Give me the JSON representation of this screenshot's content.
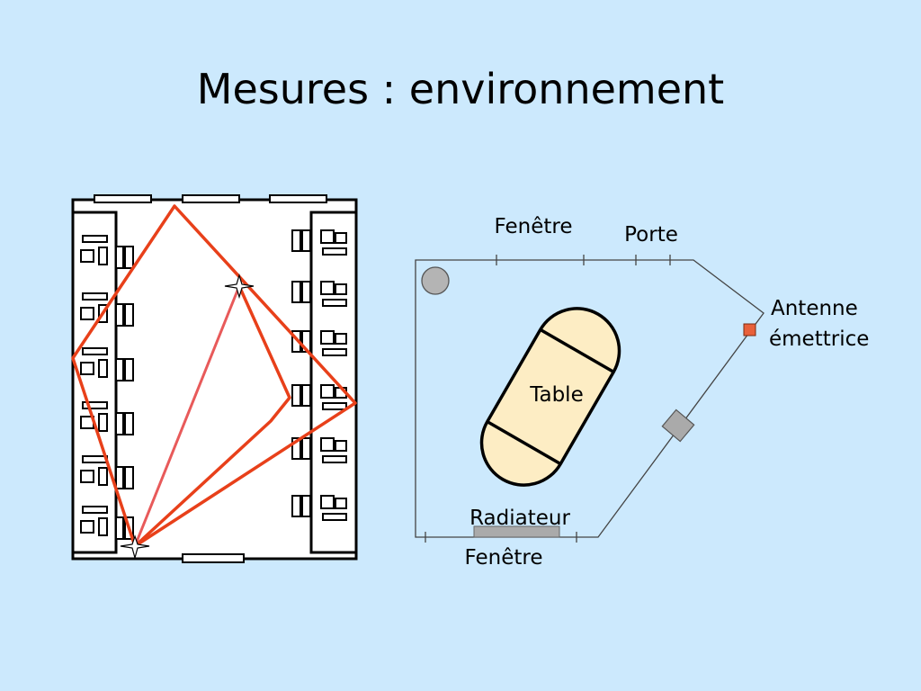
{
  "slide": {
    "title": "Mesures : environnement"
  },
  "room_plan": {
    "labels": {
      "window_top": "Fenêtre",
      "door": "Porte",
      "antenna_line1": "Antenne",
      "antenna_line2": "émettrice",
      "table": "Table",
      "radiator": "Radiateur",
      "window_bottom": "Fenêtre"
    }
  },
  "colors": {
    "background": "#cce9fd",
    "ray_paths": "#e8401a",
    "direct_ray": "#e85a5a",
    "table_fill": "#fdedc4",
    "antenna": "#e8603a",
    "fixture_gray": "#aaaaaa"
  }
}
